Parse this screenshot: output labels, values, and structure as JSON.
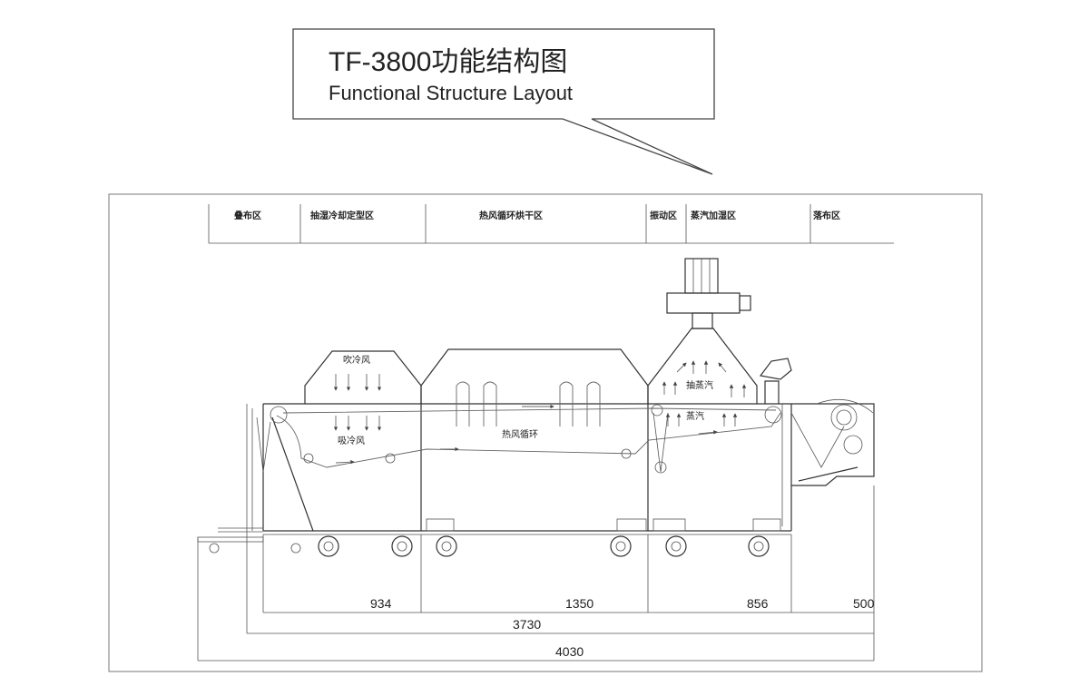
{
  "callout": {
    "title": "TF-3800功能结构图",
    "subtitle": "Functional Structure Layout"
  },
  "zones": [
    "叠布区",
    "抽湿冷却定型区",
    "热风循环烘干区",
    "振动区",
    "蒸汽加湿区",
    "落布区"
  ],
  "labels": {
    "cool_blow": "吹冷风",
    "cool_suck": "吸冷风",
    "hot_air": "热风循环",
    "steam_extract": "抽蒸汽",
    "steam": "蒸汽"
  },
  "dimensions": {
    "d1": "934",
    "d2": "1350",
    "d3": "856",
    "d4": "500",
    "total_inner": "3730",
    "total": "4030"
  }
}
